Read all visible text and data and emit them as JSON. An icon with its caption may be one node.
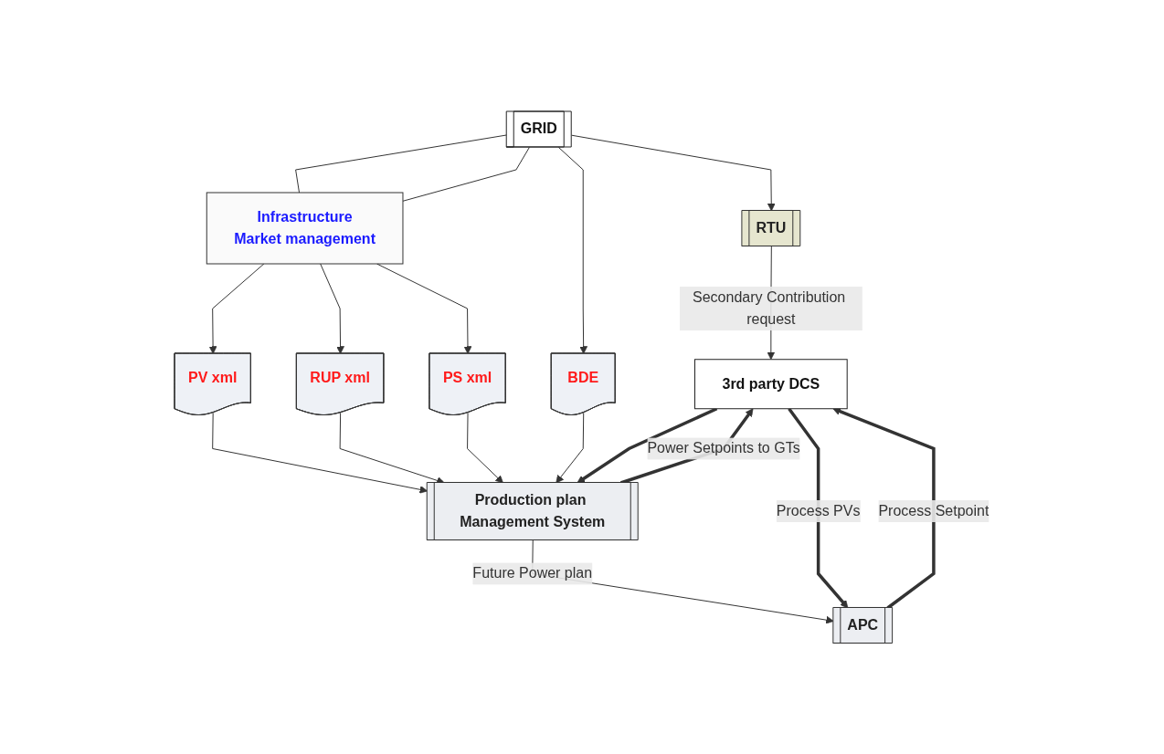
{
  "diagram": {
    "nodes": [
      {
        "text": [
          "GRID"
        ]
      },
      {
        "text": [
          "Infrastructure",
          "Market management"
        ]
      },
      {
        "text": [
          "PV xml"
        ]
      },
      {
        "text": [
          "RUP xml"
        ]
      },
      {
        "text": [
          "PS xml"
        ]
      },
      {
        "text": [
          "BDE"
        ]
      },
      {
        "text": [
          "RTU"
        ]
      },
      {
        "text": [
          "Production plan Management System"
        ]
      },
      {
        "text": [
          "APC"
        ]
      },
      {
        "text": [
          "3rd party DCS"
        ]
      }
    ],
    "edges": [
      {
        "from": 0,
        "to": 6,
        "arrow": "to"
      },
      {
        "from": 0,
        "to": 1,
        "arrow": "none"
      },
      {
        "from": 0,
        "to": 1,
        "arrow": "none"
      },
      {
        "from": 0,
        "to": 5,
        "arrow": "to"
      },
      {
        "from": 1,
        "to": 2,
        "arrow": "to"
      },
      {
        "from": 1,
        "to": 3,
        "arrow": "to"
      },
      {
        "from": 1,
        "to": 4,
        "arrow": "to"
      },
      {
        "from": 2,
        "to": 7,
        "arrow": "to"
      },
      {
        "from": 3,
        "to": 7,
        "arrow": "to"
      },
      {
        "from": 4,
        "to": 7,
        "arrow": "to"
      },
      {
        "from": 5,
        "to": 7,
        "arrow": "to"
      },
      {
        "from": 7,
        "to": 8,
        "arrow": "to",
        "label": "Future Power plan"
      },
      {
        "from": 6,
        "to": 9,
        "arrow": "to",
        "label": "Secondary Contribution request"
      },
      {
        "from": 9,
        "to": 7,
        "arrow": "to",
        "style": "thick"
      },
      {
        "from": 7,
        "to": 9,
        "arrow": "to",
        "style": "thick",
        "label": "Power Setpoints to GTs"
      },
      {
        "from": 9,
        "to": 8,
        "arrow": "to",
        "style": "thick",
        "label": "Process PVs"
      },
      {
        "from": 8,
        "to": 9,
        "arrow": "to",
        "style": "thick",
        "label": "Process Setpoint"
      }
    ]
  }
}
